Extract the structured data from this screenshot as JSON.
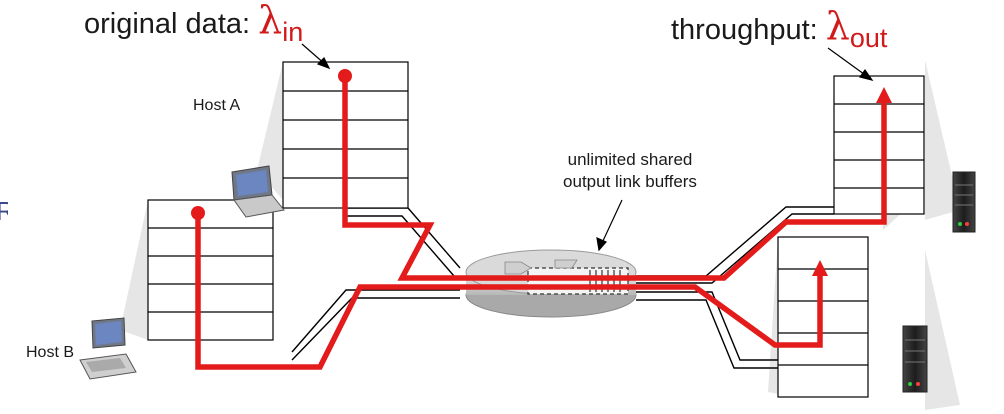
{
  "labels": {
    "original_data": "original data:",
    "lambda_in_symbol": "λ",
    "lambda_in_sub": "in",
    "throughput": "throughput:",
    "lambda_out_symbol": "λ",
    "lambda_out_sub": "out",
    "host_a": "Host A",
    "host_b": "Host B",
    "buffer_line1": "unlimited shared",
    "buffer_line2": "output link buffers",
    "edge_letter": "R"
  },
  "colors": {
    "flow": "#e41b1b",
    "lambda": "#d11a1a",
    "link": "#000000",
    "router": "#d8d8d8",
    "edge_letter": "#3a4a8a"
  },
  "icons": [
    "laptop-icon",
    "desktop-computer-icon",
    "server-icon",
    "router-icon"
  ]
}
